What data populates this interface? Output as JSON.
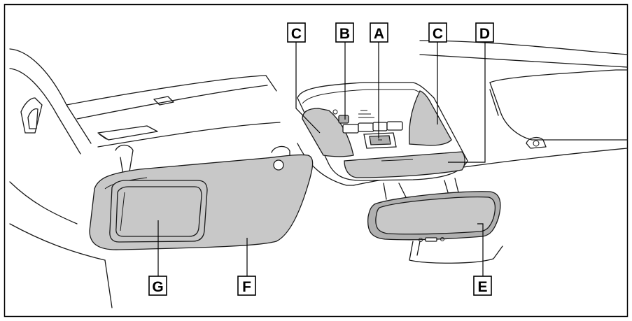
{
  "labels": {
    "a": "A",
    "b": "B",
    "c_left": "C",
    "c_right": "C",
    "d": "D",
    "e": "E",
    "f": "F",
    "g": "G"
  }
}
